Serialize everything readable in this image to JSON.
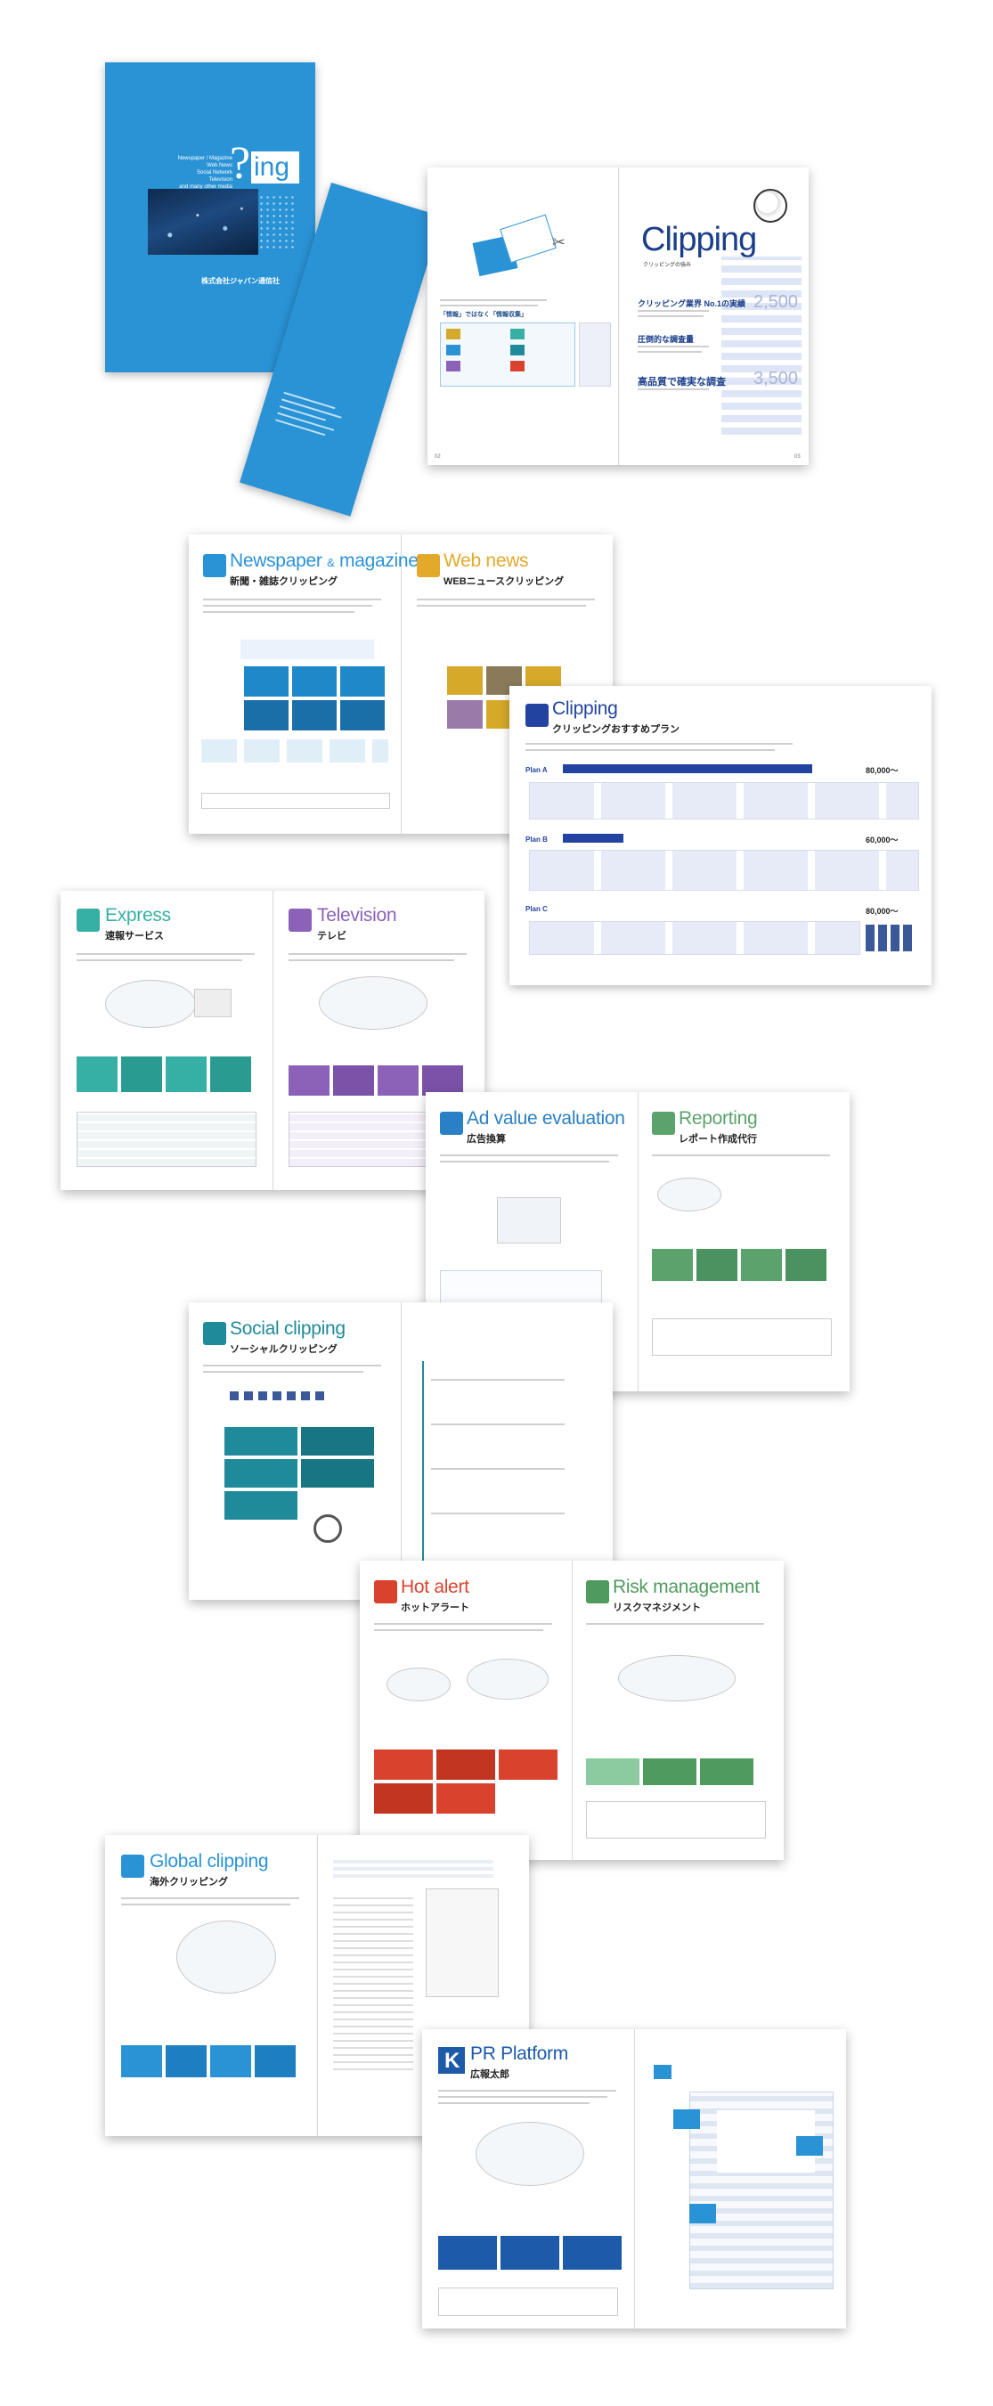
{
  "cover": {
    "kicker_lines": [
      "Newspaper / Magazine",
      "Web News",
      "Social Network",
      "Television",
      "and many other media"
    ],
    "logo_q": "?",
    "logo_ing": "ing",
    "company": "株式会社ジャパン通信社",
    "accent": "#2a93d6"
  },
  "clipping_spread": {
    "title": "Clipping",
    "subtitle": "クリッピングの強み",
    "lead": "「情報」ではなく「情報収集」",
    "headline1": "クリッピング業界 No.1の実績",
    "headline2": "圧倒的な調査量",
    "headline3": "高品質で確実な調査",
    "stat1": "2,500",
    "stat2": "3,500",
    "page_number": "03"
  },
  "newspaper": {
    "title_a": "Newspaper",
    "title_amp": "&",
    "title_b": "magazine",
    "subtitle": "新聞・雑誌クリッピング",
    "color": "#2a93d6"
  },
  "webnews": {
    "title": "Web news",
    "subtitle": "WEBニュースクリッピング",
    "color": "#e3a92a"
  },
  "plan": {
    "title": "Clipping",
    "subtitle": "クリッピングおすすめプラン",
    "plans": [
      "Plan A",
      "Plan B",
      "Plan C"
    ],
    "prices": [
      "80,000〜",
      "60,000〜",
      "80,000〜"
    ],
    "color": "#2244a0"
  },
  "express": {
    "title": "Express",
    "subtitle": "速報サービス",
    "color": "#36b0a4"
  },
  "television": {
    "title": "Television",
    "subtitle": "テレビ",
    "color": "#8b62b8"
  },
  "advalue": {
    "title": "Ad value evaluation",
    "subtitle": "広告換算",
    "color": "#2a80c4"
  },
  "reporting": {
    "title": "Reporting",
    "subtitle": "レポート作成代行",
    "color": "#5aa36c"
  },
  "social": {
    "title": "Social clipping",
    "subtitle": "ソーシャルクリッピング",
    "color": "#1f8a9a"
  },
  "hotalert": {
    "title": "Hot alert",
    "subtitle": "ホットアラート",
    "color": "#d9432e"
  },
  "risk": {
    "title": "Risk management",
    "subtitle": "リスクマネジメント",
    "color": "#4f9a5f"
  },
  "global": {
    "title": "Global clipping",
    "subtitle": "海外クリッピング",
    "color": "#2a93d6"
  },
  "prplatform": {
    "title": "PR Platform",
    "subtitle": "広報太郎",
    "letter": "K",
    "color": "#1d5aa8"
  }
}
